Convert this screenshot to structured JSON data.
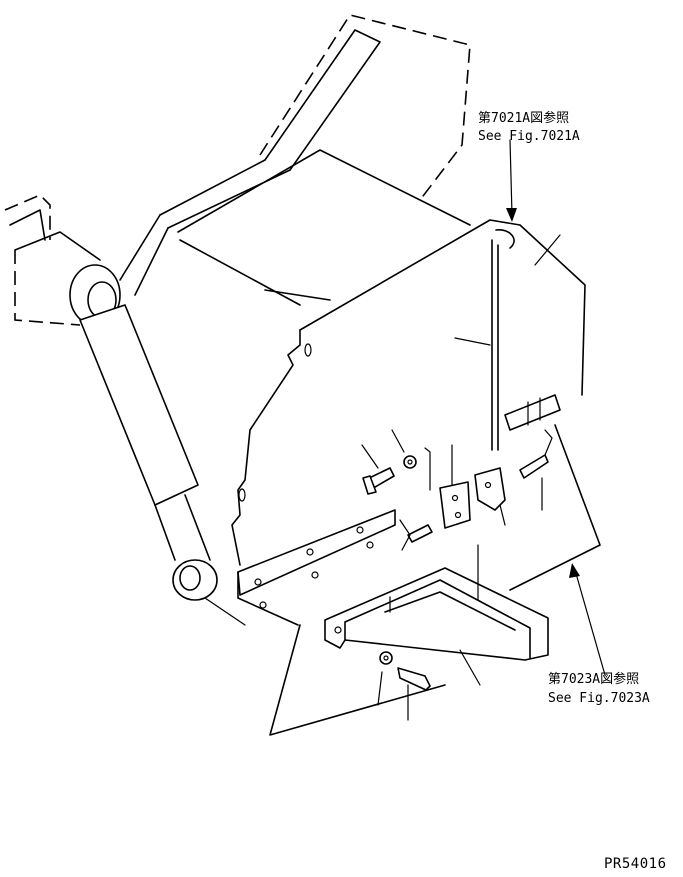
{
  "callouts": {
    "top_ref_jp": "第7021A図参照",
    "top_ref_en": "See Fig.7021A",
    "bottom_ref_jp": "第7023A図参照",
    "bottom_ref_en": "See Fig.7023A"
  },
  "drawing_code": "PR54016"
}
